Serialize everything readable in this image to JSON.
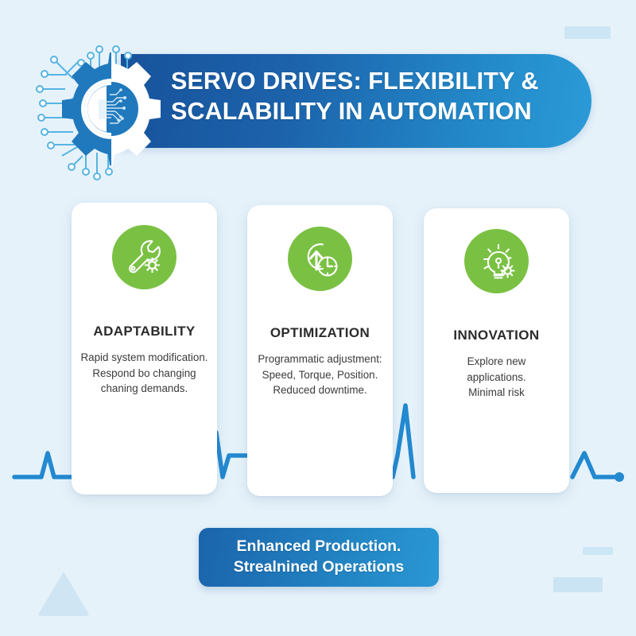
{
  "page": {
    "background_color": "#e6f2fa",
    "accent_blue": "#1c62ab",
    "accent_blue_light": "#2b9bd8",
    "accent_green": "#7ac143"
  },
  "header": {
    "title_line1": "SERVO DRIVES: FLEXIBILITY &",
    "title_line2": "SCALABILITY IN AUTOMATION",
    "icon": "circuit-gear-icon"
  },
  "cards": [
    {
      "id": "adaptability",
      "icon": "wrench-gear-icon",
      "title": "ADAPTABILITY",
      "desc_line1": "Rapid system modification.",
      "desc_line2": "Respond bo changing",
      "desc_line3": "chaning demands."
    },
    {
      "id": "optimization",
      "icon": "arrow-up-clock-icon",
      "title": "OPTIMIZATION",
      "desc_line1": "Programmatic adjustment:",
      "desc_line2": "Speed, Torque, Position.",
      "desc_line3": "Reduced downtime."
    },
    {
      "id": "innovation",
      "icon": "lightbulb-gear-icon",
      "title": "INNOVATION",
      "desc_line1": "Explore new",
      "desc_line2": "applications.",
      "desc_line3": "Minimal risk"
    }
  ],
  "footer": {
    "line1": "Enhanced Production.",
    "line2": "Strealnined Operations"
  },
  "decorations": {
    "pulse_line": "ecg-pulse-line",
    "triangle": "triangle-shape",
    "rect_top_right": "rectangle-shape",
    "rect_bottom_right_small": "rectangle-shape",
    "rect_bottom_right_large": "rectangle-shape"
  }
}
